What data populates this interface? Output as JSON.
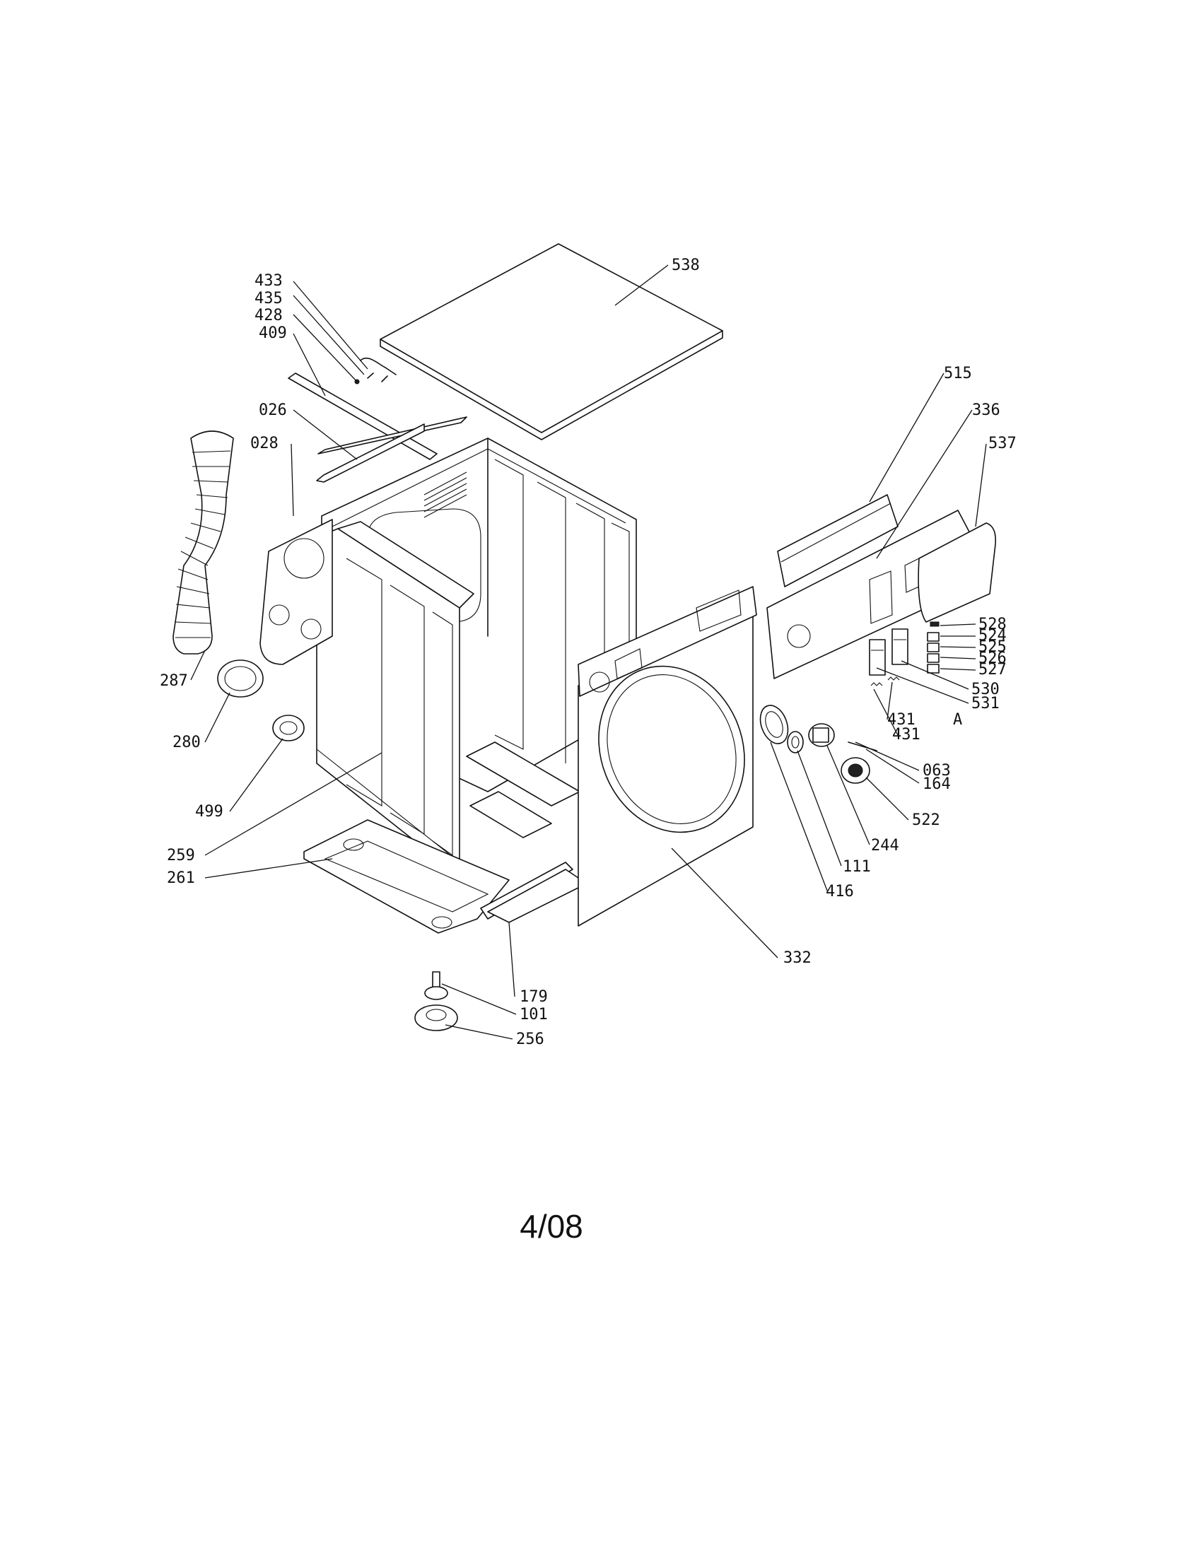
{
  "diagram": {
    "date_code": "4/08",
    "part_labels": {
      "p538": "538",
      "p433": "433",
      "p435": "435",
      "p428": "428",
      "p409": "409",
      "p026": "026",
      "p028": "028",
      "p515": "515",
      "p336": "336",
      "p537": "537",
      "p528": "528",
      "p524": "524",
      "p525": "525",
      "p526": "526",
      "p527": "527",
      "p530": "530",
      "p531": "531",
      "p431a": "431",
      "pA": "A",
      "p431": "431",
      "p063": "063",
      "p164": "164",
      "p522": "522",
      "p244": "244",
      "p111": "111",
      "p416": "416",
      "p332": "332",
      "p287": "287",
      "p280": "280",
      "p499": "499",
      "p259": "259",
      "p261": "261",
      "p179": "179",
      "p101": "101",
      "p256": "256"
    }
  }
}
